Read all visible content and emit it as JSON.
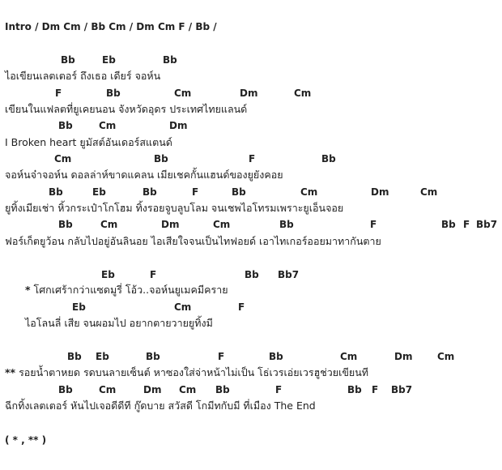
{
  "intro": "Intro  / Dm Cm / Bb Cm / Dm Cm F / Bb /",
  "verse1": [
    {
      "chords": [
        "Bb",
        "Eb",
        "Bb"
      ],
      "lyric": "ไอเขียนเลตเตอร์ ถึงเธอ เดียร์ จอห์น"
    },
    {
      "chords": [
        "F",
        "Bb",
        "Cm",
        "Dm",
        "Cm"
      ],
      "lyric": "เขียนในแฟลตที่ยูเคยนอน จังหวัดอุดร ประเทศไทยแลนด์"
    },
    {
      "chords": [
        "Bb",
        "Cm",
        "Dm"
      ],
      "lyric": "I Broken heart  ยูมัสต์อันเดอร์สแตนด์"
    },
    {
      "chords": [
        "Cm",
        "Bb",
        "F",
        "Bb"
      ],
      "lyric": "จอห์นจ๋าจอห์น ดอลล่าห์ขาดแคลน เมียเชคกั้นแฮนด์ของยูยังคอย"
    },
    {
      "chords": [
        "Bb",
        "Eb",
        "Bb",
        "F",
        "Bb",
        "Cm",
        "Dm",
        "Cm"
      ],
      "lyric": "ยูทิ้งเมียเช่า หิ้วกระเป๋าโกโฮม  ทิ้งรอยจูบลูบโลม จนเชพไอโทรมเพราะยูเอ็นจอย"
    },
    {
      "chords": [
        "Bb",
        "Cm",
        "Dm",
        "Cm",
        "Bb",
        "F",
        "Bb",
        "F",
        "Bb7"
      ],
      "lyric": "ฟอร์เก็ตยูว้อน กลับไปอยู่อันลินอย ไอเสียใจจนเป็นไทฟอยด์ เอาไทเกอร์ออยมาทากันตาย"
    }
  ],
  "chorus1": {
    "marker": "*",
    "lines": [
      {
        "chords": [
          "Eb",
          "F",
          "Bb",
          "Bb7"
        ],
        "lyric": "โศกเศร้ากว่าแซดมูรี่   โอ้ว..จอห์นยูเมคมีคราย"
      },
      {
        "chords": [
          "Eb",
          "Cm",
          "F"
        ],
        "lyric": "ไอโลนลี่ เสีย จนผอมไป อยากตายวายยูทิ้งมี"
      }
    ]
  },
  "chorus2": {
    "marker": "**",
    "lines": [
      {
        "chords": [
          "Bb",
          "Eb",
          "Bb",
          "F",
          "Bb",
          "Cm",
          "Dm",
          "Cm"
        ],
        "lyric": "รอยน้ำตาหยด  รดบนลายเซ็นต์ หาซองใส่จ่าหน้าไม่เป็น โธ่เวรเอ่ยเวรฮูช่วยเขียนที"
      },
      {
        "chords": [
          "Bb",
          "Cm",
          "Dm",
          "Cm",
          "Bb",
          "F",
          "Bb",
          "F",
          "Bb7"
        ],
        "lyric": "ฉีกทิ้งเลตเตอร์ หันไปเจอดีดีที กู๊ดบาย สวัสดี โกมีทกับมี ที่เมือง The End"
      }
    ]
  },
  "outro": "( * , ** )"
}
